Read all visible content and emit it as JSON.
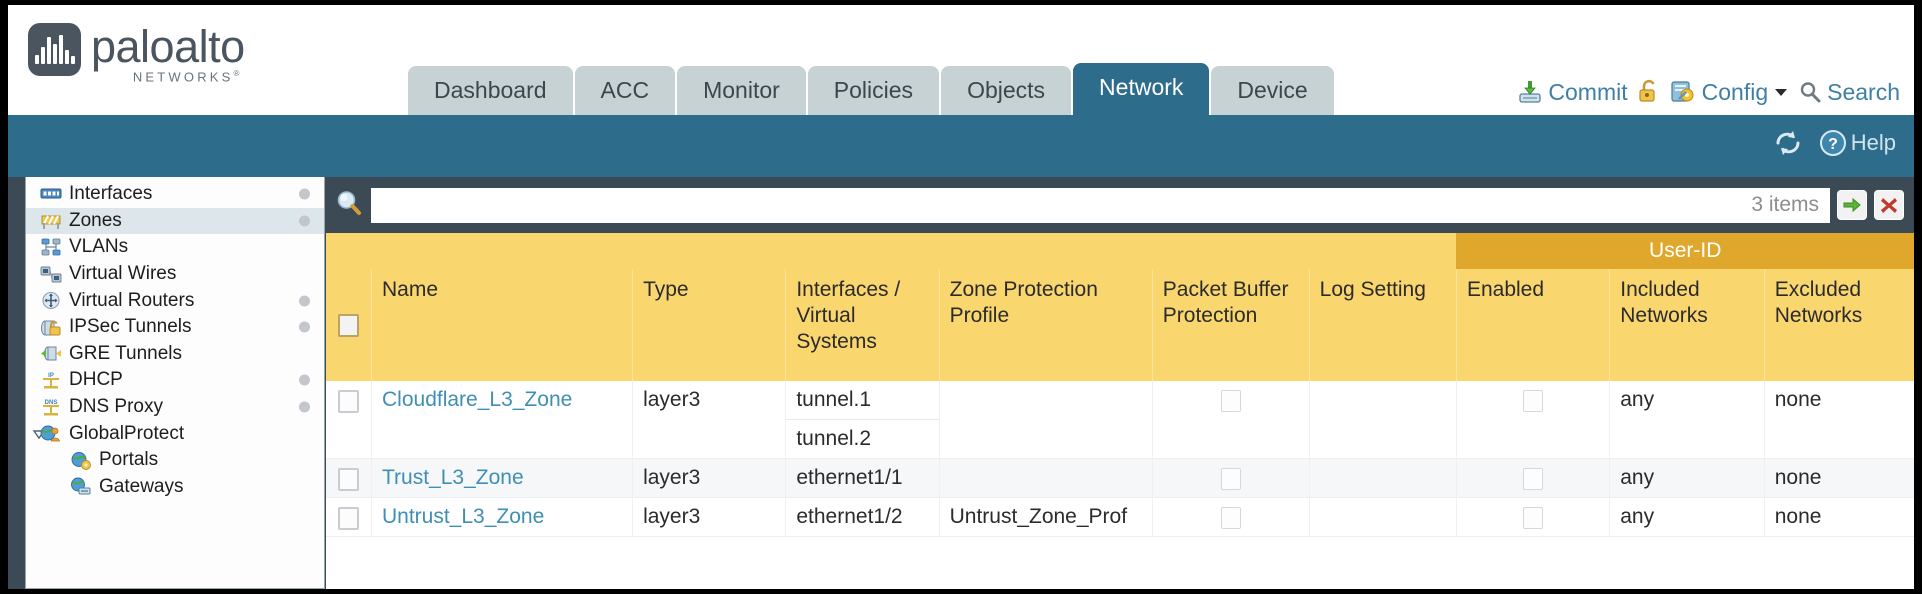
{
  "brand": {
    "name": "paloalto",
    "tagline": "NETWORKS",
    "registered": "®"
  },
  "nav": {
    "tabs": [
      {
        "label": "Dashboard",
        "active": false
      },
      {
        "label": "ACC",
        "active": false
      },
      {
        "label": "Monitor",
        "active": false
      },
      {
        "label": "Policies",
        "active": false
      },
      {
        "label": "Objects",
        "active": false
      },
      {
        "label": "Network",
        "active": true
      },
      {
        "label": "Device",
        "active": false
      }
    ]
  },
  "top_actions": {
    "commit": "Commit",
    "lock": "",
    "config": "Config",
    "search": "Search"
  },
  "toolbar": {
    "help": "Help"
  },
  "sidebar": {
    "items": [
      {
        "label": "Interfaces",
        "icon": "interfaces-icon",
        "dot": true,
        "selected": false,
        "child": false,
        "twisty": false
      },
      {
        "label": "Zones",
        "icon": "zones-icon",
        "dot": true,
        "selected": true,
        "child": false,
        "twisty": false
      },
      {
        "label": "VLANs",
        "icon": "vlans-icon",
        "dot": false,
        "selected": false,
        "child": false,
        "twisty": false
      },
      {
        "label": "Virtual Wires",
        "icon": "virtual-wires-icon",
        "dot": false,
        "selected": false,
        "child": false,
        "twisty": false
      },
      {
        "label": "Virtual Routers",
        "icon": "virtual-routers-icon",
        "dot": true,
        "selected": false,
        "child": false,
        "twisty": false
      },
      {
        "label": "IPSec Tunnels",
        "icon": "ipsec-tunnels-icon",
        "dot": true,
        "selected": false,
        "child": false,
        "twisty": false
      },
      {
        "label": "GRE Tunnels",
        "icon": "gre-tunnels-icon",
        "dot": false,
        "selected": false,
        "child": false,
        "twisty": false
      },
      {
        "label": "DHCP",
        "icon": "dhcp-icon",
        "dot": true,
        "selected": false,
        "child": false,
        "twisty": false
      },
      {
        "label": "DNS Proxy",
        "icon": "dns-proxy-icon",
        "dot": true,
        "selected": false,
        "child": false,
        "twisty": false
      },
      {
        "label": "GlobalProtect",
        "icon": "globalprotect-icon",
        "dot": false,
        "selected": false,
        "child": false,
        "twisty": true
      },
      {
        "label": "Portals",
        "icon": "portals-icon",
        "dot": false,
        "selected": false,
        "child": true,
        "twisty": false
      },
      {
        "label": "Gateways",
        "icon": "gateways-icon",
        "dot": false,
        "selected": false,
        "child": true,
        "twisty": false
      }
    ]
  },
  "search": {
    "value": "",
    "placeholder": "",
    "item_count": "3 items"
  },
  "table": {
    "group_header": "User-ID",
    "columns": [
      "Name",
      "Type",
      "Interfaces / Virtual Systems",
      "Zone Protection Profile",
      "Packet Buffer Protection",
      "Log Setting",
      "Enabled",
      "Included Networks",
      "Excluded Networks"
    ],
    "rows": [
      {
        "name": "Cloudflare_L3_Zone",
        "type": "layer3",
        "interfaces": [
          "tunnel.1",
          "tunnel.2"
        ],
        "zone_protection_profile": "",
        "packet_buffer_protection": false,
        "log_setting": "",
        "userid_enabled": false,
        "included_networks": "any",
        "excluded_networks": "none"
      },
      {
        "name": "Trust_L3_Zone",
        "type": "layer3",
        "interfaces": [
          "ethernet1/1"
        ],
        "zone_protection_profile": "",
        "packet_buffer_protection": false,
        "log_setting": "",
        "userid_enabled": false,
        "included_networks": "any",
        "excluded_networks": "none"
      },
      {
        "name": "Untrust_L3_Zone",
        "type": "layer3",
        "interfaces": [
          "ethernet1/2"
        ],
        "zone_protection_profile": "Untrust_Zone_Prof",
        "packet_buffer_protection": false,
        "log_setting": "",
        "userid_enabled": false,
        "included_networks": "any",
        "excluded_networks": "none"
      }
    ]
  },
  "colors": {
    "brand_blue": "#2e6c8c",
    "header_yellow": "#fad66e",
    "group_header_gold": "#dfa72c",
    "link_blue": "#3f8fb5",
    "body_slate": "#3c4a55"
  }
}
